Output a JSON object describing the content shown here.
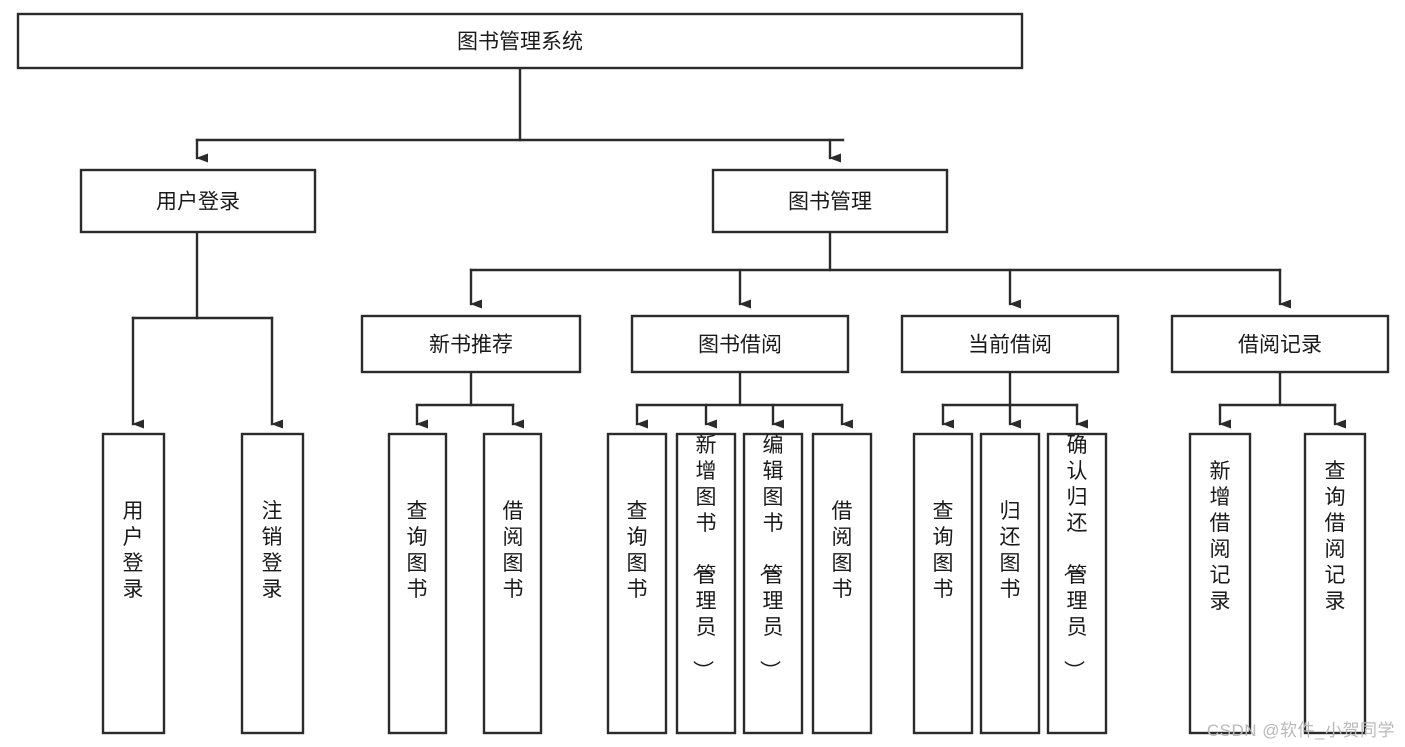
{
  "diagram": {
    "type": "tree-hierarchy",
    "title": "图书管理系统",
    "watermark": "CSDN @软件_小贺同学",
    "colors": {
      "stroke": "#2b2b2b",
      "fill": "#ffffff",
      "text": "#1a1a1a",
      "watermark": "#b9b9b9"
    },
    "levels": {
      "root": {
        "label": "图书管理系统"
      },
      "level2": [
        {
          "id": "user-login",
          "label": "用户登录"
        },
        {
          "id": "book-management",
          "label": "图书管理"
        }
      ],
      "level3": [
        {
          "id": "new-book-recommend",
          "label": "新书推荐",
          "parent": "book-management"
        },
        {
          "id": "book-borrow",
          "label": "图书借阅",
          "parent": "book-management"
        },
        {
          "id": "current-borrow",
          "label": "当前借阅",
          "parent": "book-management"
        },
        {
          "id": "borrow-record",
          "label": "借阅记录",
          "parent": "book-management"
        }
      ],
      "leaves": [
        {
          "id": "leaf-user-login",
          "label": "用户登录",
          "parent": "user-login"
        },
        {
          "id": "leaf-logout-login",
          "label": "注销登录",
          "parent": "user-login"
        },
        {
          "id": "leaf-query-book-1",
          "label": "查询图书",
          "parent": "new-book-recommend"
        },
        {
          "id": "leaf-borrow-book-1",
          "label": "借阅图书",
          "parent": "new-book-recommend"
        },
        {
          "id": "leaf-query-book-2",
          "label": "查询图书",
          "parent": "book-borrow"
        },
        {
          "id": "leaf-add-book-admin",
          "label": "新增图书（管理员）",
          "parent": "book-borrow"
        },
        {
          "id": "leaf-edit-book-admin",
          "label": "编辑图书（管理员）",
          "parent": "book-borrow"
        },
        {
          "id": "leaf-borrow-book-2",
          "label": "借阅图书",
          "parent": "book-borrow"
        },
        {
          "id": "leaf-query-book-3",
          "label": "查询图书",
          "parent": "current-borrow"
        },
        {
          "id": "leaf-return-book",
          "label": "归还图书",
          "parent": "current-borrow"
        },
        {
          "id": "leaf-confirm-return-admin",
          "label": "确认归还（管理员）",
          "parent": "current-borrow"
        },
        {
          "id": "leaf-add-borrow-record",
          "label": "新增借阅记录",
          "parent": "borrow-record"
        },
        {
          "id": "leaf-query-borrow-record",
          "label": "查询借阅记录",
          "parent": "borrow-record"
        }
      ]
    }
  }
}
